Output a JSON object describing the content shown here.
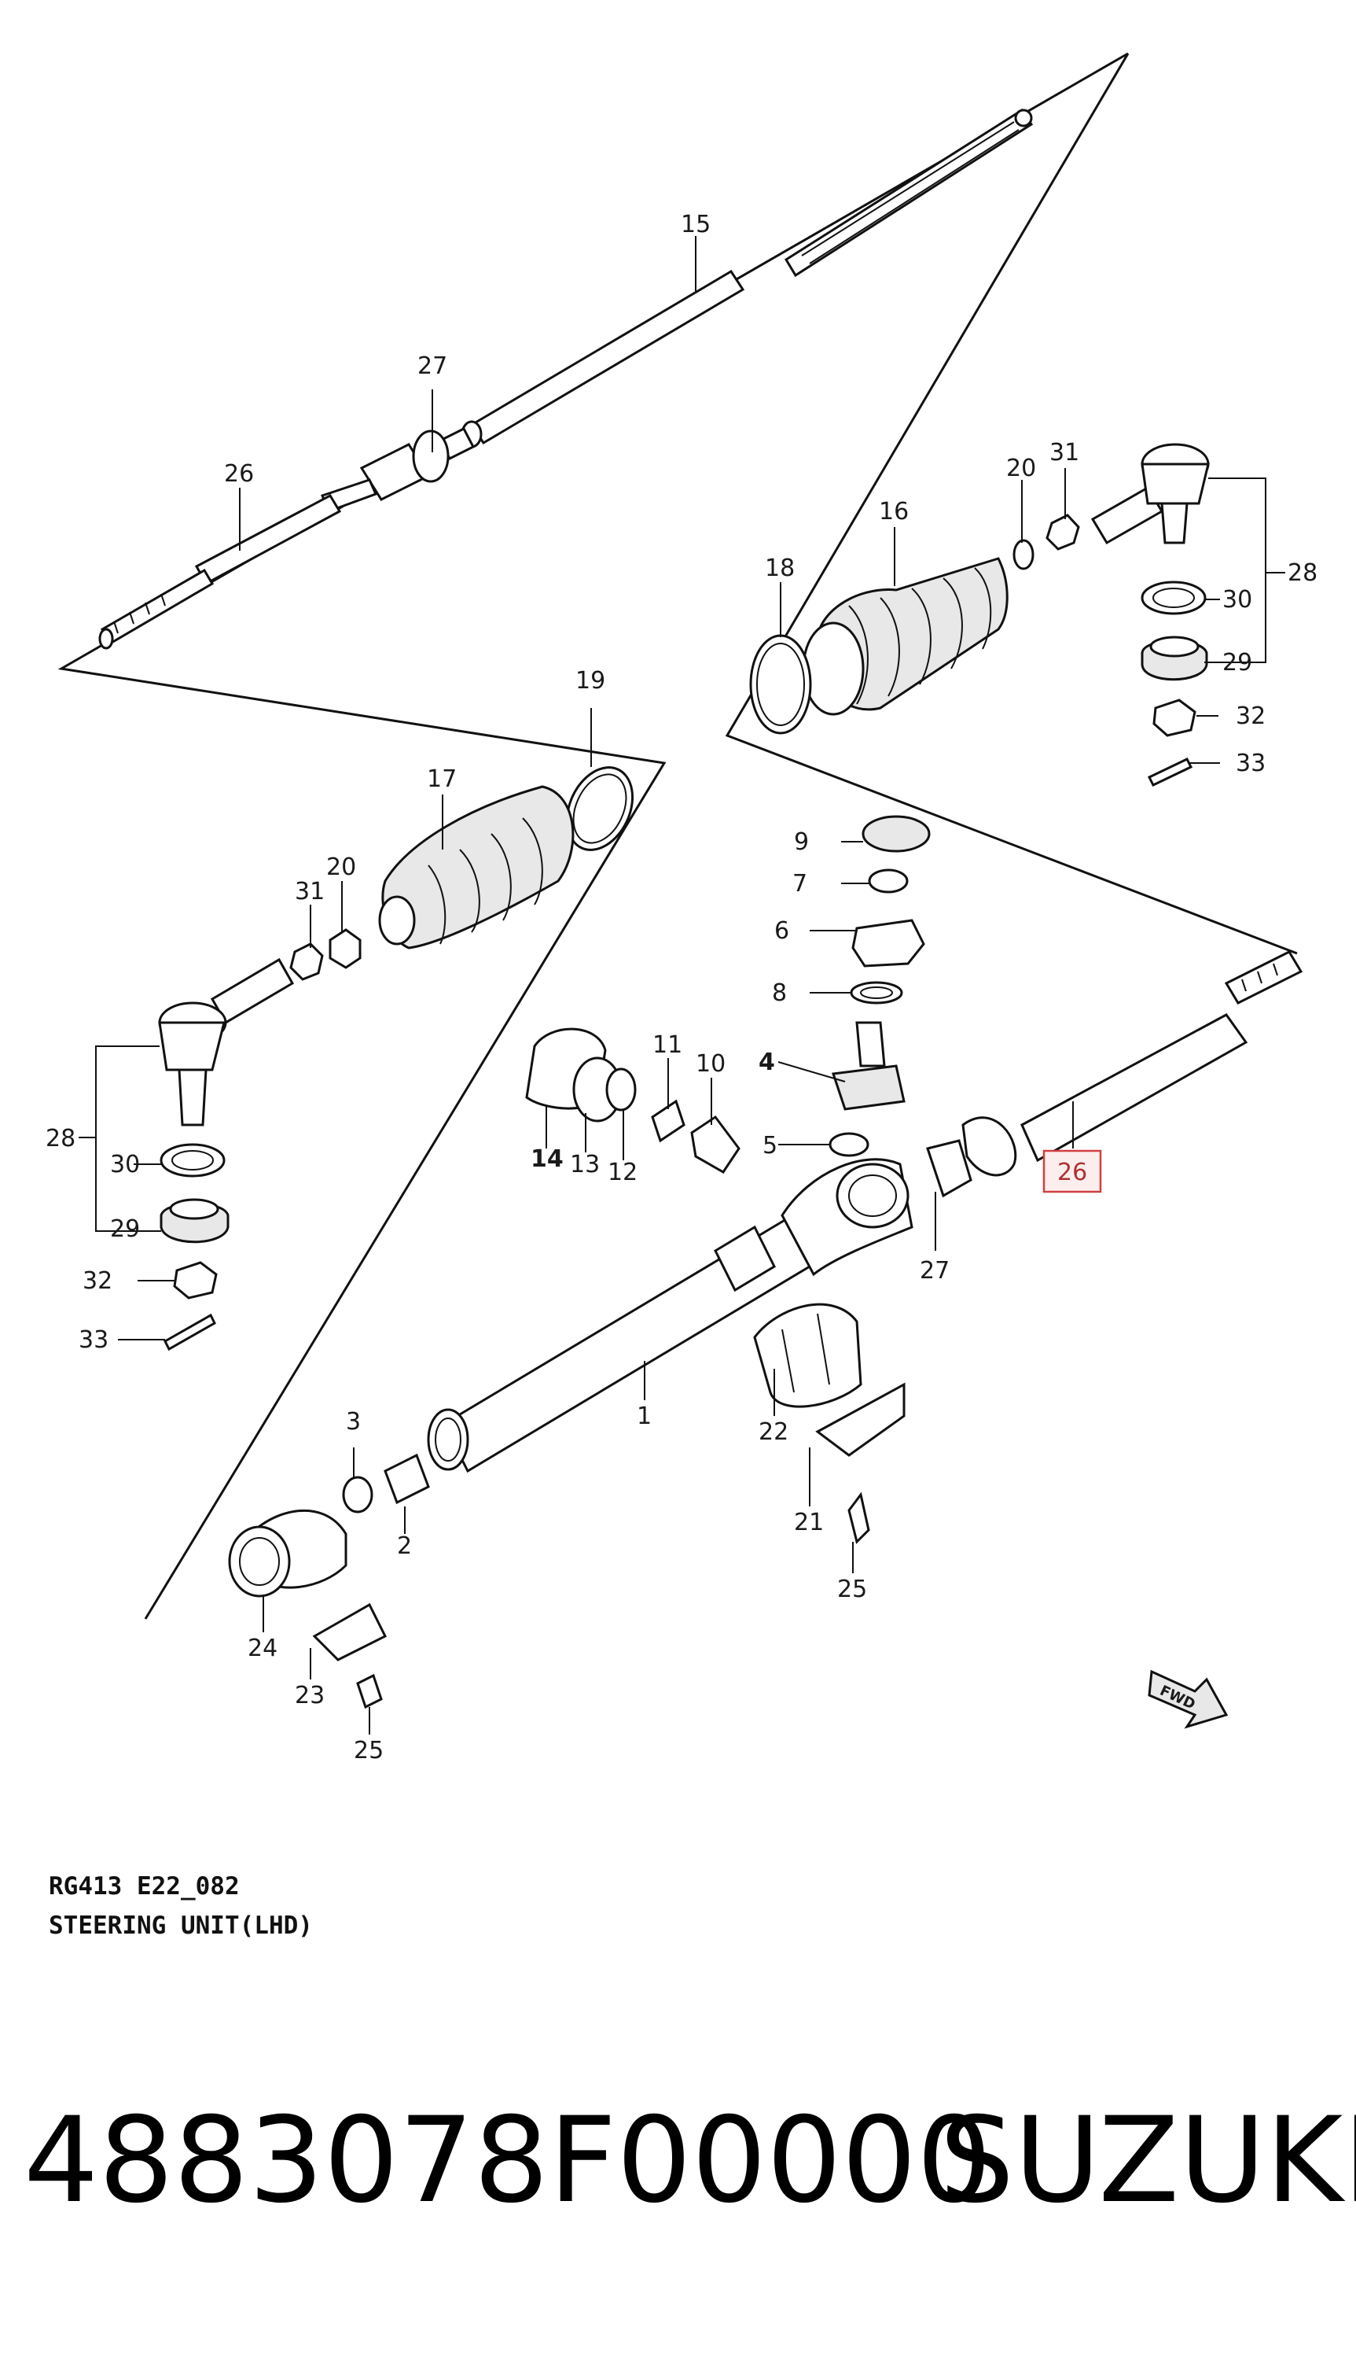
{
  "diagram": {
    "code_line": "RG413 E22_082",
    "title_line": "STEERING UNIT(LHD)",
    "highlighted_callout": "26",
    "highlight_color": "#d04040",
    "fwd_symbol_label": "FWD",
    "callouts": {
      "c1": "1",
      "c2": "2",
      "c3": "3",
      "c4": "4",
      "c5": "5",
      "c6": "6",
      "c7": "7",
      "c8": "8",
      "c9": "9",
      "c10": "10",
      "c11": "11",
      "c12": "12",
      "c13": "13",
      "c14": "14",
      "c15": "15",
      "c16": "16",
      "c17": "17",
      "c18": "18",
      "c19": "19",
      "c20a": "20",
      "c20b": "20",
      "c21": "21",
      "c22": "22",
      "c23": "23",
      "c24": "24",
      "c25a": "25",
      "c25b": "25",
      "c26a": "26",
      "c27a": "27",
      "c27b": "27",
      "c28a": "28",
      "c28b": "28",
      "c29a": "29",
      "c29b": "29",
      "c30a": "30",
      "c30b": "30",
      "c31a": "31",
      "c31b": "31",
      "c32a": "32",
      "c32b": "32",
      "c33a": "33",
      "c33b": "33"
    }
  },
  "caption": {
    "part_number": "4883078F00000",
    "brand": "SUZUKI"
  }
}
